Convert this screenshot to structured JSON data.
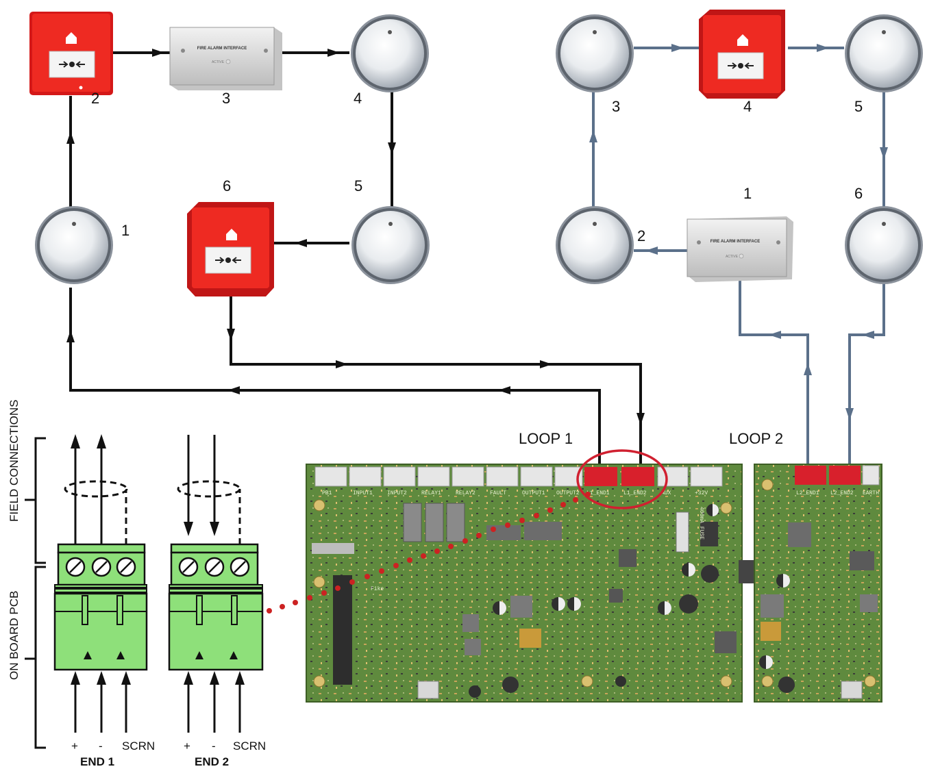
{
  "loop1": {
    "title": "LOOP 1",
    "numbers": [
      "1",
      "2",
      "3",
      "4",
      "5",
      "6"
    ]
  },
  "loop2": {
    "title": "LOOP 2",
    "numbers": [
      "1",
      "2",
      "3",
      "4",
      "5",
      "6"
    ]
  },
  "interface_box": {
    "title": "FIRE ALARM INTERFACE",
    "active": "ACTIVE"
  },
  "side_labels": {
    "field": "FIELD CONNECTIONS",
    "onboard": "ON BOARD PCB"
  },
  "terminal_labels": {
    "end1": {
      "plus": "+",
      "minus": "-",
      "scrn": "SCRN",
      "name": "END 1"
    },
    "end2": {
      "plus": "+",
      "minus": "-",
      "scrn": "SCRN",
      "name": "END 2"
    }
  },
  "pcb": {
    "main_connectors": [
      "PB1",
      "INPUT1",
      "INPUT2",
      "RELAY1",
      "RELAY2",
      "FAULT",
      "OUTPUT1",
      "OUTPUT2",
      "L1_END1",
      "L1_END2",
      "AUX",
      "+32V"
    ],
    "aux_connectors": [
      "L2_END1",
      "L2_END2",
      "EARTH"
    ],
    "fuse": "400mA FUSE",
    "brand": "Fike"
  },
  "colors": {
    "loop1_wire": "#111111",
    "loop2_wire": "#5b708a",
    "pcb_green": "#5e8a3c",
    "terminal_green": "#8ee07a",
    "call_point_red": "#e02020",
    "highlight_red": "#d02030"
  }
}
